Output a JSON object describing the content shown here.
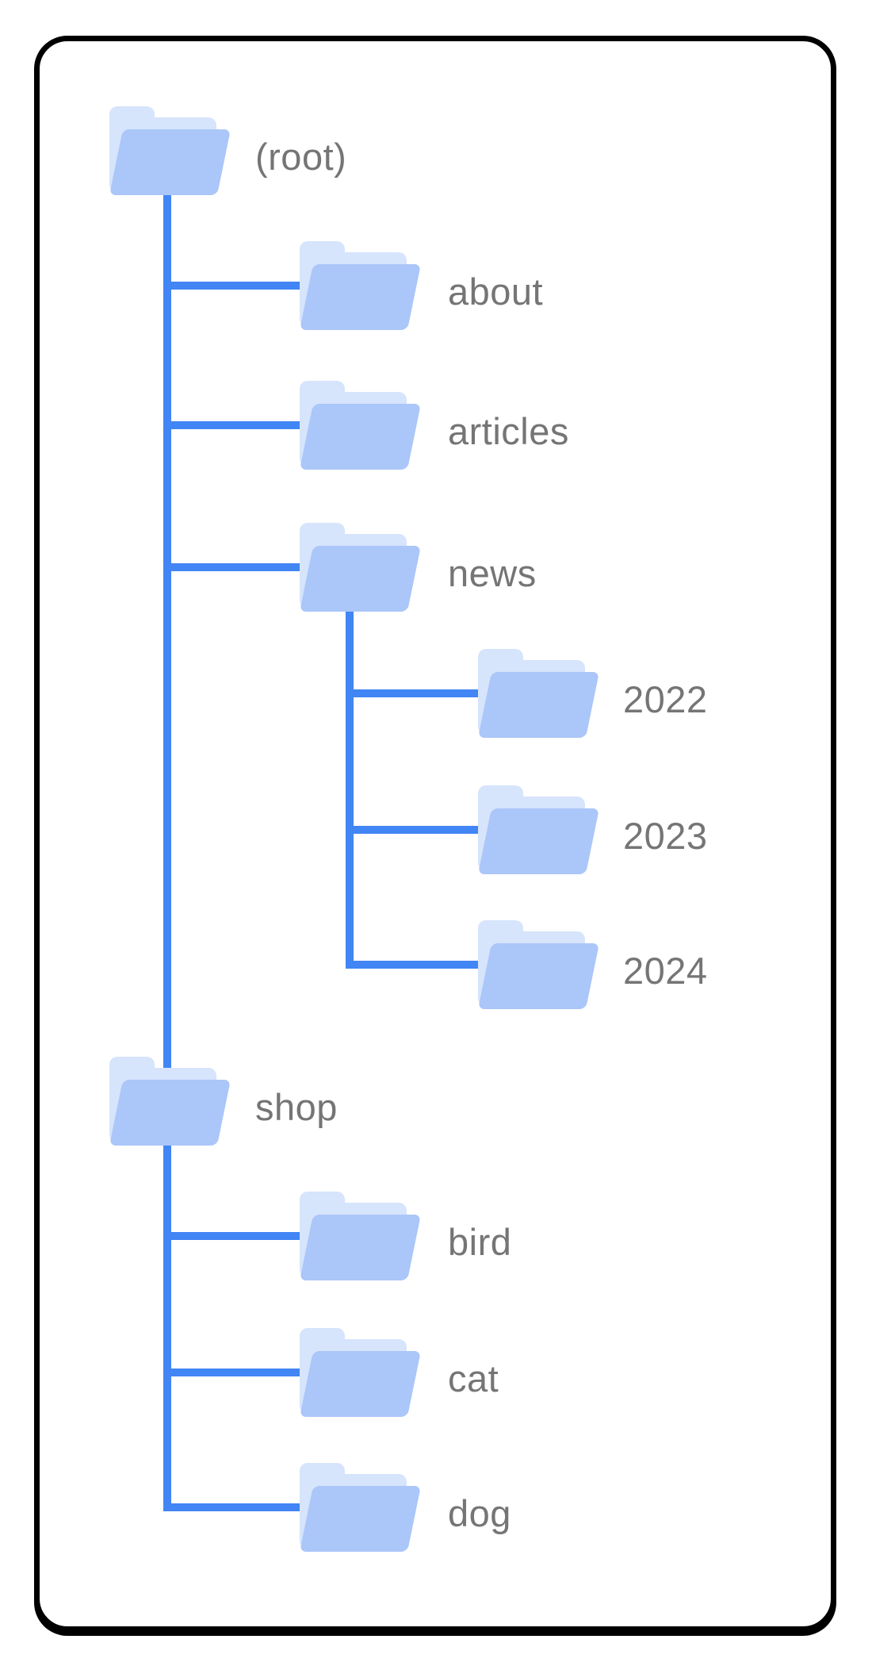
{
  "diagram": {
    "description": "URL structure folder tree",
    "colors": {
      "line": "#4285f4",
      "folder_front": "#abc6f8",
      "folder_back": "#d6e4fc",
      "label": "#757575",
      "card_border": "#000000",
      "card_background": "#ffffff"
    },
    "nodes": {
      "root": {
        "label": "(root)",
        "level": 0,
        "parent": null
      },
      "about": {
        "label": "about",
        "level": 1,
        "parent": "(root)"
      },
      "articles": {
        "label": "articles",
        "level": 1,
        "parent": "(root)"
      },
      "news": {
        "label": "news",
        "level": 1,
        "parent": "(root)"
      },
      "y2022": {
        "label": "2022",
        "level": 2,
        "parent": "news"
      },
      "y2023": {
        "label": "2023",
        "level": 2,
        "parent": "news"
      },
      "y2024": {
        "label": "2024",
        "level": 2,
        "parent": "news"
      },
      "shop": {
        "label": "shop",
        "level": 1,
        "parent": "(root)"
      },
      "bird": {
        "label": "bird",
        "level": 2,
        "parent": "shop"
      },
      "cat": {
        "label": "cat",
        "level": 2,
        "parent": "shop"
      },
      "dog": {
        "label": "dog",
        "level": 2,
        "parent": "shop"
      }
    }
  }
}
